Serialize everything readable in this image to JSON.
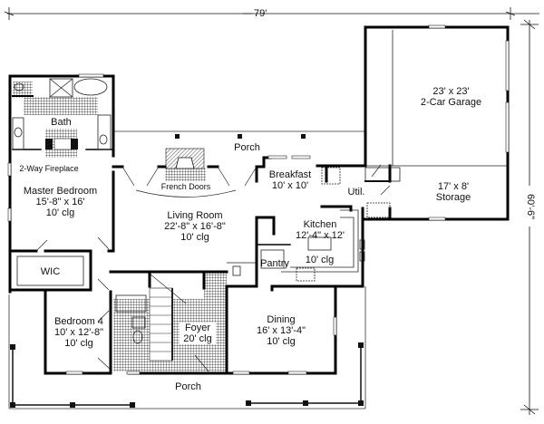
{
  "dimensions": {
    "overall_width": "79'",
    "overall_depth": "60'-6\""
  },
  "rooms": {
    "garage": {
      "name": "2-Car Garage",
      "size": "23' x 23'"
    },
    "storage": {
      "name": "Storage",
      "size": "17' x 8'"
    },
    "bath": {
      "name": "Bath"
    },
    "fireplace": {
      "name": "2-Way Fireplace"
    },
    "master": {
      "name": "Master Bedroom",
      "size": "15'-8\" x 16'",
      "ceiling": "10' clg"
    },
    "wic": {
      "name": "WIC"
    },
    "porch_rear": {
      "name": "Porch"
    },
    "french_doors": {
      "name": "French Doors"
    },
    "breakfast": {
      "name": "Breakfast",
      "size": "10' x 10'"
    },
    "util": {
      "name": "Util."
    },
    "living": {
      "name": "Living Room",
      "size": "22'-8\" x 16'-8\"",
      "ceiling": "10' clg"
    },
    "kitchen": {
      "name": "Kitchen",
      "size": "12'-4\" x 12'",
      "ceiling": "10' clg"
    },
    "pantry": {
      "name": "Pantry"
    },
    "bedroom4": {
      "name": "Bedroom 4",
      "size": "10' x 12'-8\"",
      "ceiling": "10' clg"
    },
    "foyer": {
      "name": "Foyer",
      "ceiling": "20' clg"
    },
    "dining": {
      "name": "Dining",
      "size": "16' x 13'-4\"",
      "ceiling": "10' clg"
    },
    "porch_front": {
      "name": "Porch"
    }
  }
}
